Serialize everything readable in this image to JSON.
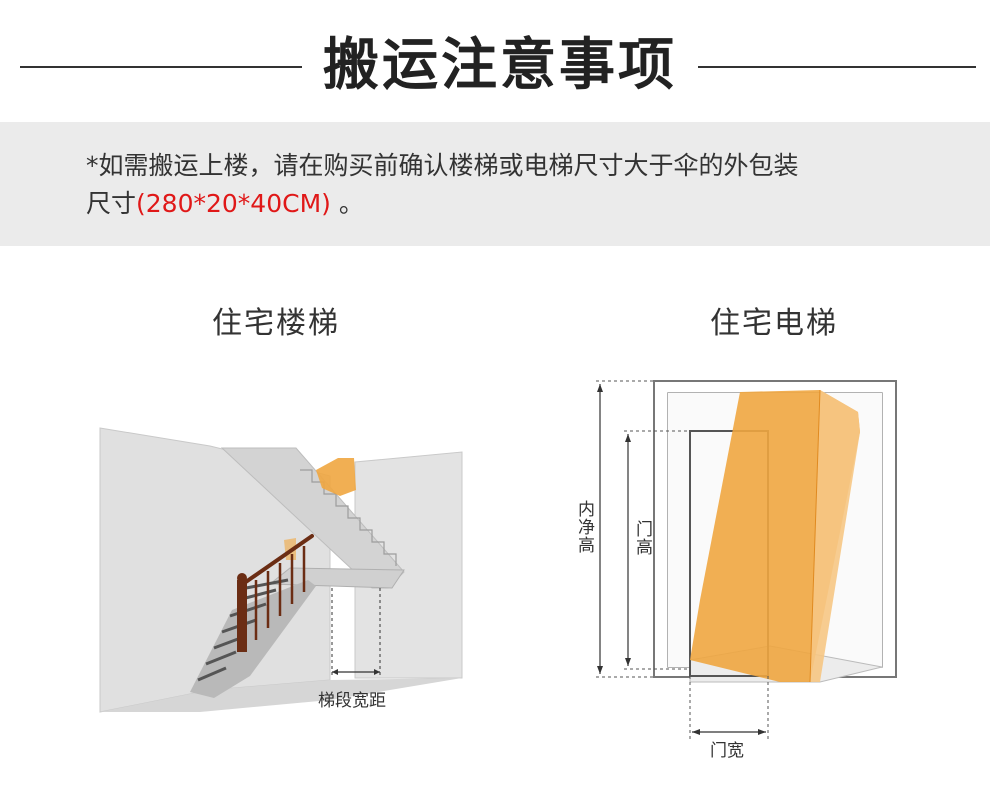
{
  "header": {
    "title": "搬运注意事项"
  },
  "notice": {
    "line1": "*如需搬运上楼，请在购买前确认楼梯或电梯尺寸大于伞的外包装",
    "line2_prefix": "尺寸",
    "line2_dims": "(280*20*40CM)",
    "line2_suffix": " 。"
  },
  "stairs": {
    "caption": "住宅楼梯",
    "width_label": "梯段宽距"
  },
  "elevator": {
    "caption": "住宅电梯",
    "inner_height_label": "内净高",
    "door_height_label": "门高",
    "door_width_label": "门宽"
  },
  "colors": {
    "accent_red": "#e01818",
    "package_orange": "#f0a640",
    "notice_bg": "#ebebeb"
  }
}
